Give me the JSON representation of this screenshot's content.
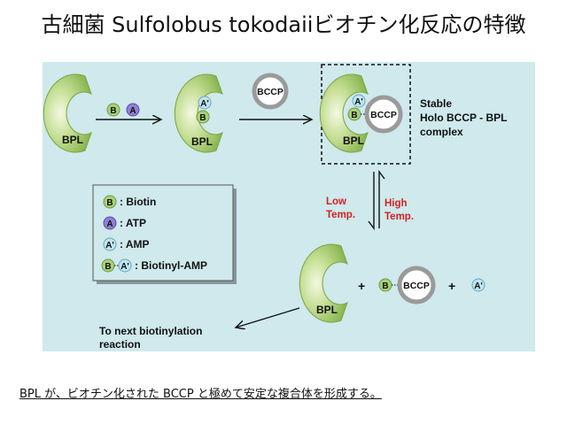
{
  "title": "古細菌 Sulfolobus tokodaiiビオチン化反応の特徴",
  "caption": "BPL が、ビオチン化された BCCP と極めて安定な複合体を形成する。",
  "labels": {
    "bpl": "BPL",
    "bccp": "BCCP",
    "biotin_symbol": "B",
    "atp_symbol": "A",
    "amp_symbol": "A'",
    "stable_line1": "Stable",
    "stable_line2": "Holo BCCP - BPL",
    "stable_line3": "complex",
    "low_temp_1": "Low",
    "low_temp_2": "Temp.",
    "high_temp_1": "High",
    "high_temp_2": "Temp.",
    "plus": "+",
    "next_line1": "To next biotinylation",
    "next_line2": "reaction"
  },
  "legend": {
    "biotin": ": Biotin",
    "atp": ": ATP",
    "amp": ": AMP",
    "biotinyl_amp": ": Biotinyl-AMP"
  },
  "colors": {
    "background_panel": "#cfe9ec",
    "bpl_green": "#a9cc74",
    "biotin_fill": "#a9d07a",
    "atp_fill": "#8f7fd0",
    "amp_fill": "#bfe6f2",
    "bccp_ring": "#9a9a9a",
    "temp_text": "#d32222"
  }
}
